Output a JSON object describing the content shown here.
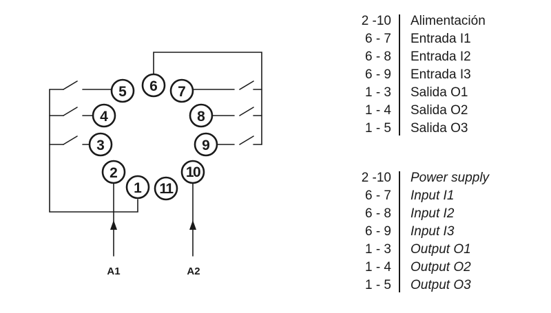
{
  "relay_diagram": {
    "pins": [
      {
        "id": "1",
        "label": "1"
      },
      {
        "id": "2",
        "label": "2"
      },
      {
        "id": "3",
        "label": "3"
      },
      {
        "id": "4",
        "label": "4"
      },
      {
        "id": "5",
        "label": "5"
      },
      {
        "id": "6",
        "label": "6"
      },
      {
        "id": "7",
        "label": "7"
      },
      {
        "id": "8",
        "label": "8"
      },
      {
        "id": "9",
        "label": "9"
      },
      {
        "id": "10",
        "label": "10"
      },
      {
        "id": "11",
        "label": "11"
      }
    ],
    "terminals": {
      "a1": "A1",
      "a2": "A2"
    }
  },
  "legend_es": {
    "rows": [
      {
        "pins": "2 -10",
        "desc": "Alimentación"
      },
      {
        "pins": "6 - 7",
        "desc": "Entrada I1"
      },
      {
        "pins": "6 - 8",
        "desc": "Entrada I2"
      },
      {
        "pins": "6 - 9",
        "desc": "Entrada I3"
      },
      {
        "pins": "1 - 3",
        "desc": "Salida O1"
      },
      {
        "pins": "1 - 4",
        "desc": "Salida O2"
      },
      {
        "pins": "1 - 5",
        "desc": "Salida O3"
      }
    ]
  },
  "legend_en": {
    "rows": [
      {
        "pins": "2 -10",
        "desc": "Power supply"
      },
      {
        "pins": "6 - 7",
        "desc": "Input I1"
      },
      {
        "pins": "6 - 8",
        "desc": "Input I2"
      },
      {
        "pins": "6 - 9",
        "desc": "Input I3"
      },
      {
        "pins": "1 - 3",
        "desc": "Output O1"
      },
      {
        "pins": "1 - 4",
        "desc": "Output O2"
      },
      {
        "pins": "1 - 5",
        "desc": "Output O3"
      }
    ]
  }
}
